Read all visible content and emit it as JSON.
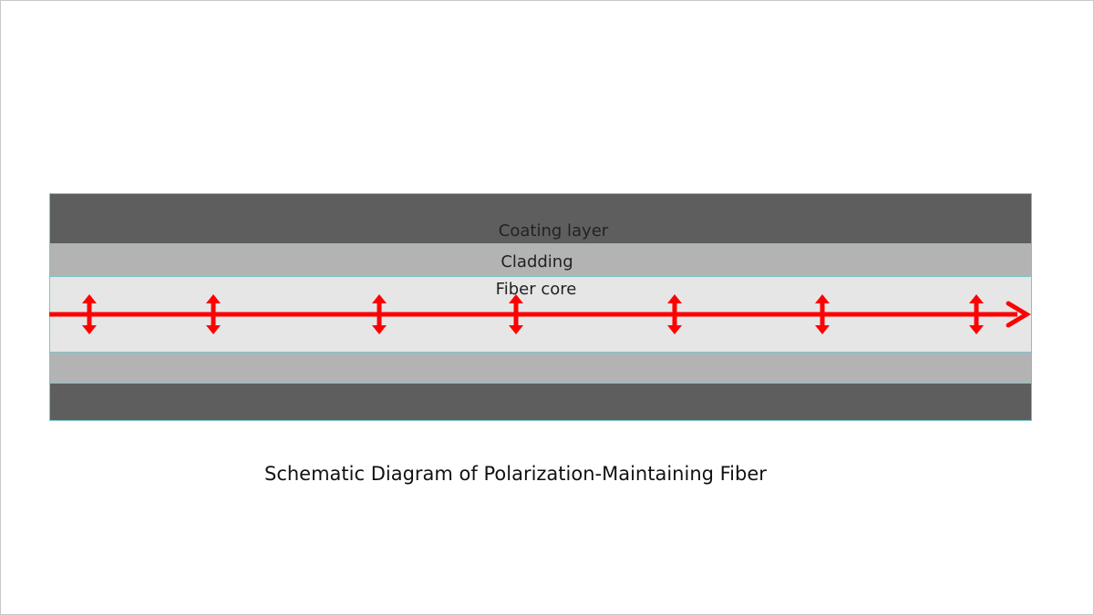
{
  "diagram": {
    "layers": {
      "coating_label": "Coating layer",
      "cladding_label": "Cladding",
      "core_label": "Fiber core"
    },
    "caption": "Schematic Diagram of Polarization-Maintaining Fiber",
    "colors": {
      "coating": "#5e5e5e",
      "cladding": "#b3b3b3",
      "core": "#e6e6e6",
      "border": "#7ec4c8",
      "arrow": "#ff0000"
    },
    "polarization_markers": 7
  }
}
